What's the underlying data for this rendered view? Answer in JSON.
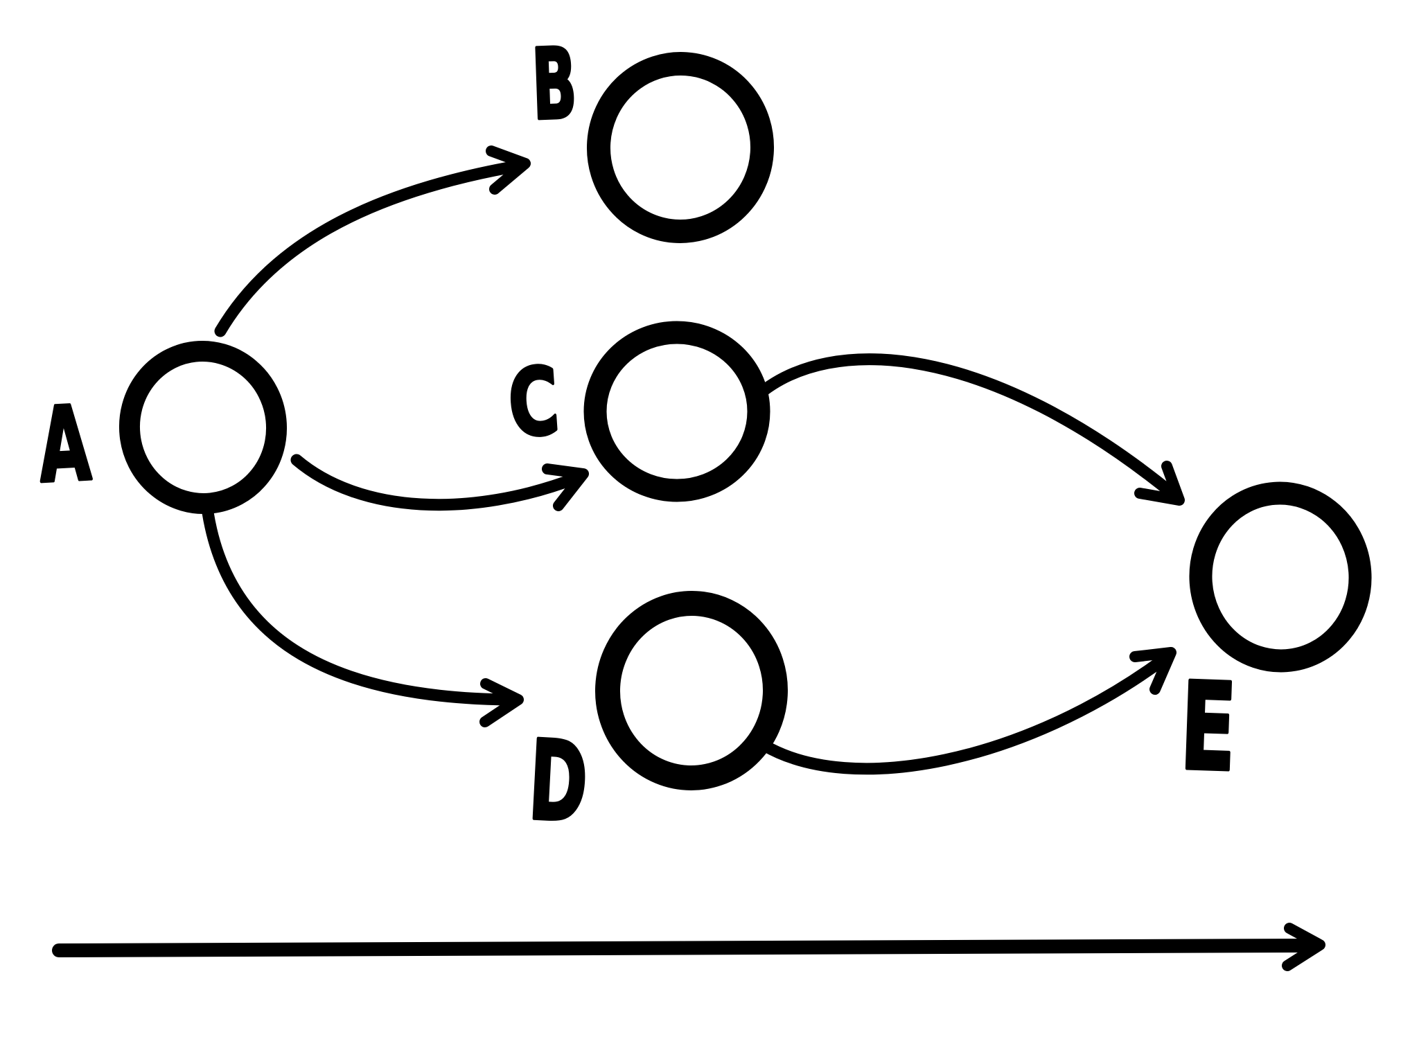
{
  "diagram": {
    "style": "hand-drawn-marker-sketch",
    "background_color": "#ffffff",
    "ink_color": "#000000",
    "nodes": [
      {
        "id": "A",
        "label": "A"
      },
      {
        "id": "B",
        "label": "B"
      },
      {
        "id": "C",
        "label": "C"
      },
      {
        "id": "D",
        "label": "D"
      },
      {
        "id": "E",
        "label": "E"
      }
    ],
    "edges": [
      {
        "from": "A",
        "to": "B"
      },
      {
        "from": "A",
        "to": "C"
      },
      {
        "from": "A",
        "to": "D"
      },
      {
        "from": "C",
        "to": "E"
      },
      {
        "from": "D",
        "to": "E"
      }
    ],
    "bottom_axis_arrow": {
      "present": true,
      "direction": "left-to-right",
      "label": ""
    }
  }
}
